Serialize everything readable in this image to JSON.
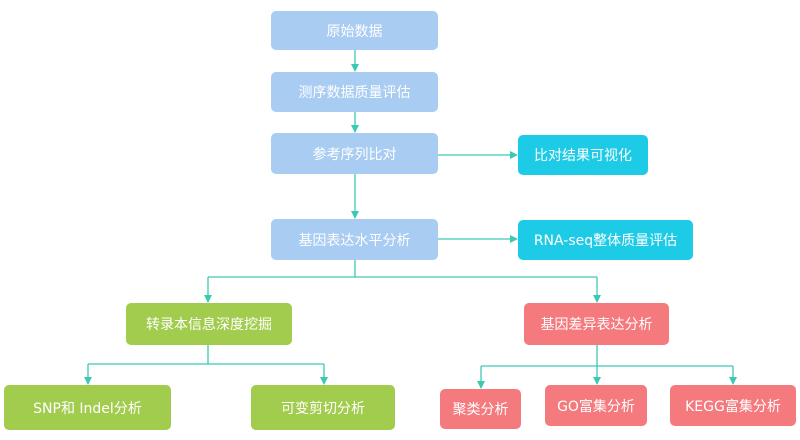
{
  "colors": {
    "connector": "#3cc9b4",
    "blue_node": "#a9ccf2",
    "cyan_node": "#1ecbe6",
    "green_node": "#a2cc4d",
    "red_node": "#f47a7e",
    "text": "#ffffff"
  },
  "nodes": {
    "raw_data": "原始数据",
    "seq_quality": "测序数据质量评估",
    "ref_alignment": "参考序列比对",
    "alignment_visualization": "比对结果可视化",
    "expression_analysis": "基因表达水平分析",
    "rnaseq_quality": "RNA-seq整体质量评估",
    "transcript_mining": "转录本信息深度挖掘",
    "diff_expression": "基因差异表达分析",
    "snp_indel": "SNP和 Indel分析",
    "alt_splicing": "可变剪切分析",
    "clustering": "聚类分析",
    "go_enrichment": "GO富集分析",
    "kegg_enrichment": "KEGG富集分析"
  }
}
